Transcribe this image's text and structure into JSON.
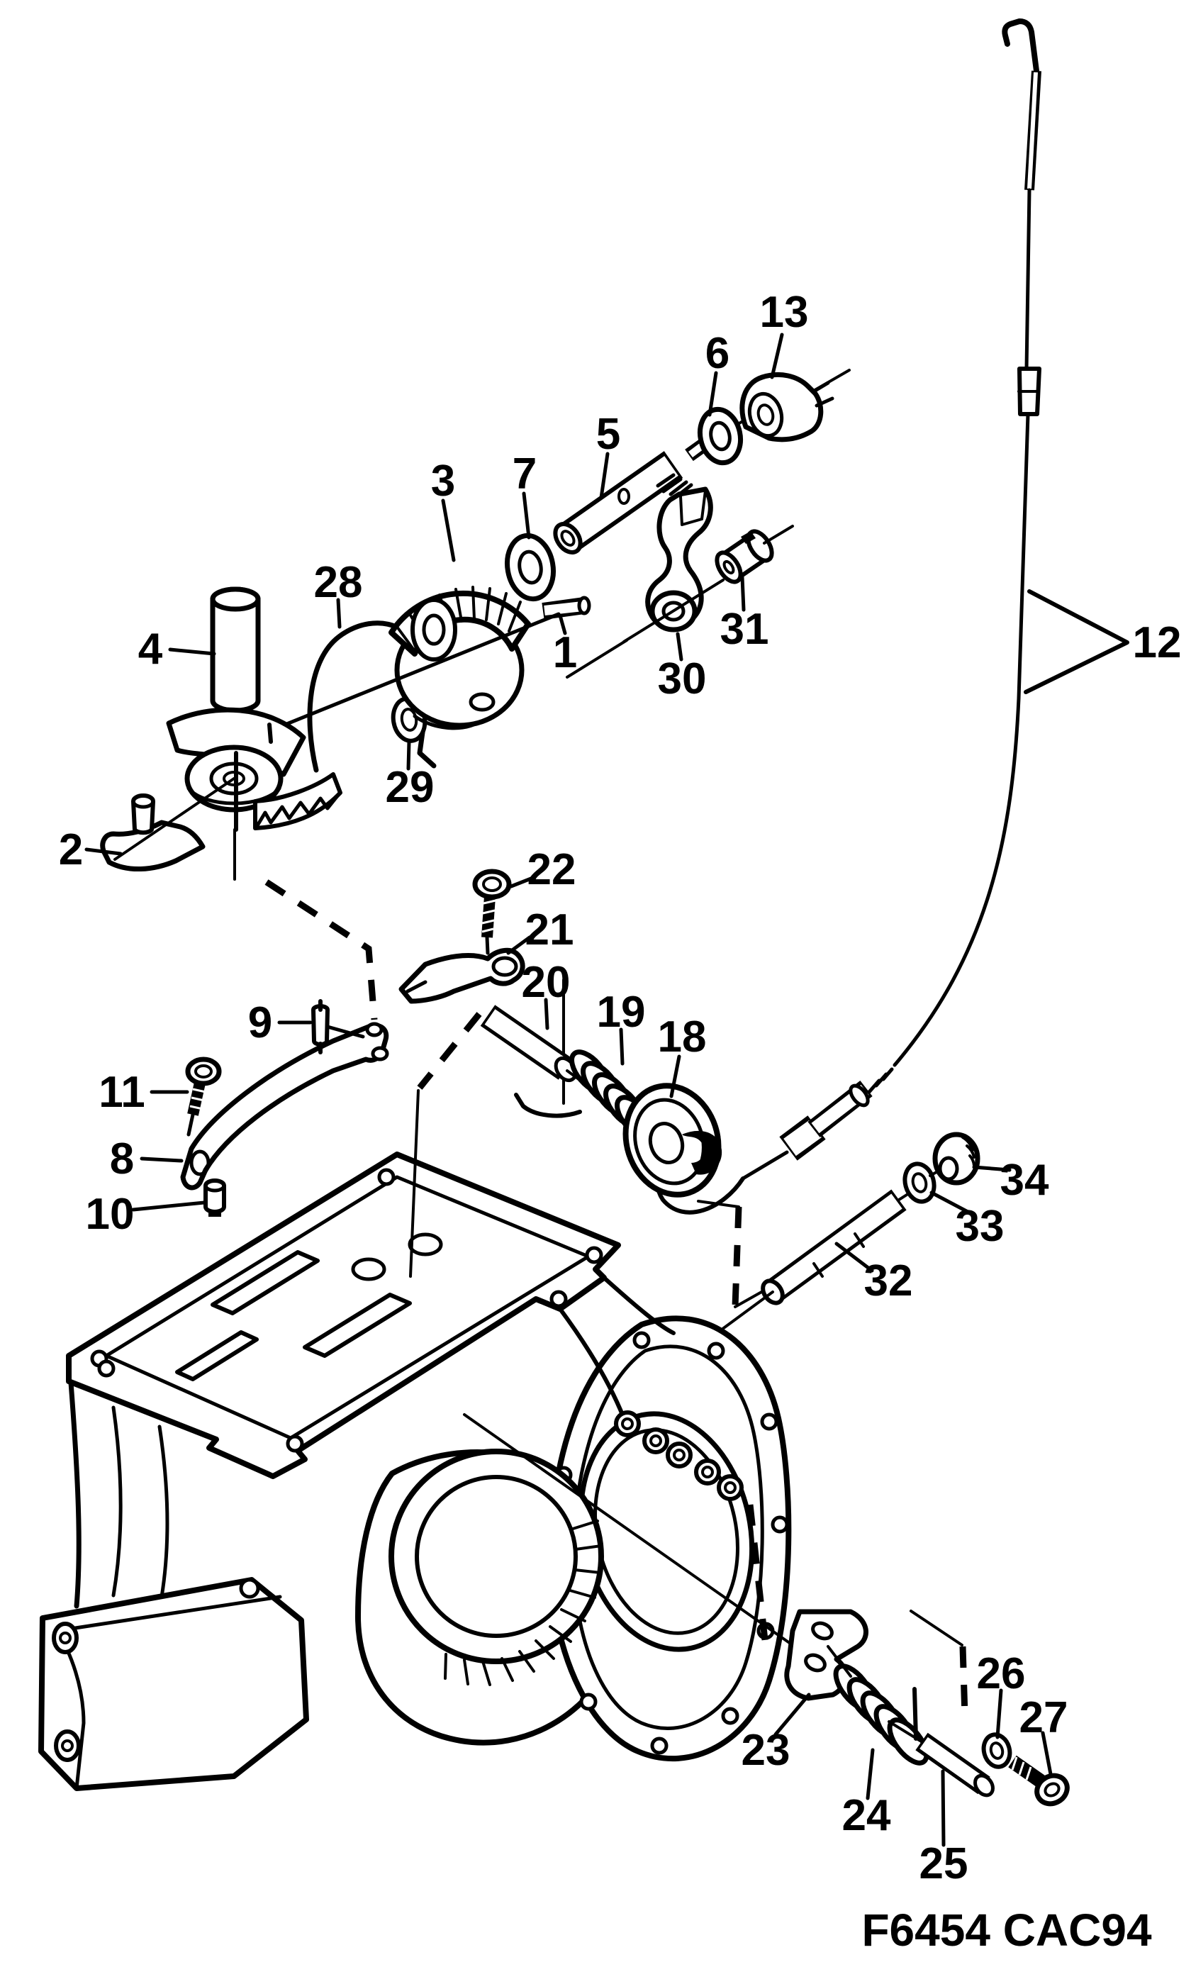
{
  "diagram": {
    "figure_code": "F6454 CAC94",
    "callouts": [
      {
        "num": "1"
      },
      {
        "num": "2"
      },
      {
        "num": "3"
      },
      {
        "num": "4"
      },
      {
        "num": "5"
      },
      {
        "num": "6"
      },
      {
        "num": "7"
      },
      {
        "num": "8"
      },
      {
        "num": "9"
      },
      {
        "num": "10"
      },
      {
        "num": "11"
      },
      {
        "num": "12"
      },
      {
        "num": "13"
      },
      {
        "num": "18"
      },
      {
        "num": "19"
      },
      {
        "num": "20"
      },
      {
        "num": "21"
      },
      {
        "num": "22"
      },
      {
        "num": "23"
      },
      {
        "num": "24"
      },
      {
        "num": "25"
      },
      {
        "num": "26"
      },
      {
        "num": "27"
      },
      {
        "num": "28"
      },
      {
        "num": "29"
      },
      {
        "num": "30"
      },
      {
        "num": "31"
      },
      {
        "num": "32"
      },
      {
        "num": "33"
      },
      {
        "num": "34"
      }
    ],
    "colors": {
      "line": "#000000",
      "background": "#ffffff"
    }
  }
}
